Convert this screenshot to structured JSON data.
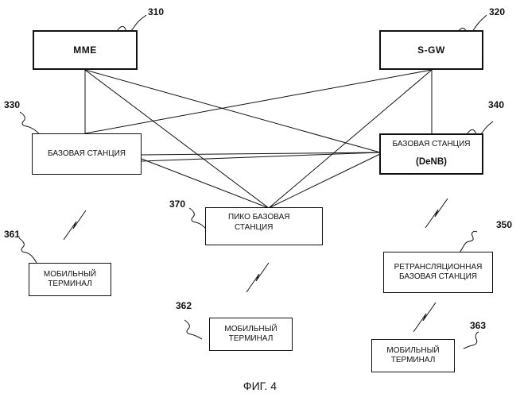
{
  "nodes": {
    "mme": {
      "label": "MME",
      "ref": "310"
    },
    "sgw": {
      "label": "S-GW",
      "ref": "320"
    },
    "base_station": {
      "label": "БАЗОВАЯ СТАНЦИЯ",
      "ref": "330"
    },
    "denb": {
      "label": "БАЗОВАЯ СТАНЦИЯ",
      "sublabel": "(DeNB)",
      "ref": "340"
    },
    "pico": {
      "label_line1": "ПИКО БАЗОВАЯ",
      "label_line2": "СТАНЦИЯ",
      "ref": "370"
    },
    "relay": {
      "label_line1": "РЕТРАНСЛЯЦИОННАЯ",
      "label_line2": "БАЗОВАЯ СТАНЦИЯ",
      "ref": "350"
    },
    "mobile_361": {
      "label_line1": "МОБИЛЬНЫЙ",
      "label_line2": "ТЕРМИНАЛ",
      "ref": "361"
    },
    "mobile_362": {
      "label_line1": "МОБИЛЬНЫЙ",
      "label_line2": "ТЕРМИНАЛ",
      "ref": "362"
    },
    "mobile_363": {
      "label_line1": "МОБИЛЬНЫЙ",
      "label_line2": "ТЕРМИНАЛ",
      "ref": "363"
    }
  },
  "caption": "ФИГ. 4"
}
